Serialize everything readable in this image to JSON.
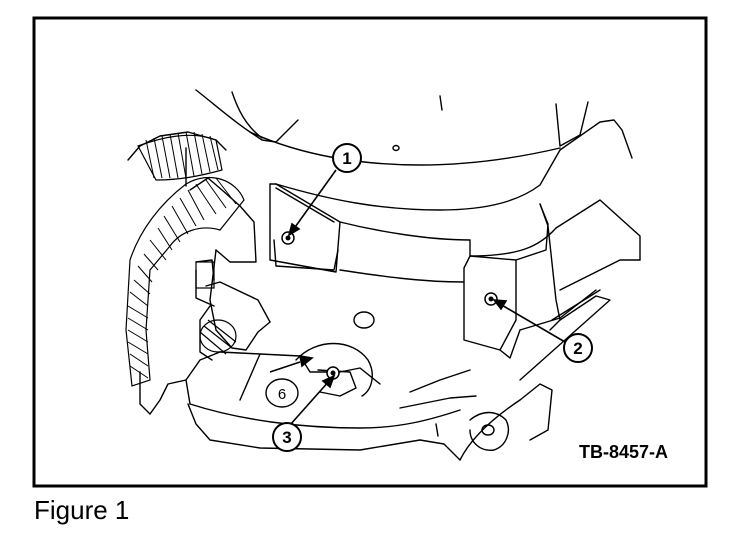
{
  "figure": {
    "caption": "Figure 1",
    "code": "TB-8457-A",
    "part_mark": "6"
  },
  "callouts": [
    {
      "number": "1"
    },
    {
      "number": "2"
    },
    {
      "number": "3"
    }
  ]
}
